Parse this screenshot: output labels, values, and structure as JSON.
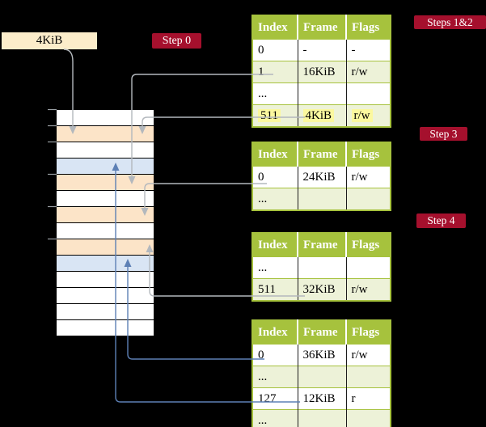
{
  "frame_label_box": {
    "label": "4KiB"
  },
  "badges": [
    {
      "label": "Step 0"
    },
    {
      "label": "Steps 1&2"
    },
    {
      "label": "Step 3"
    },
    {
      "label": "Step 4"
    }
  ],
  "memory": {
    "rows": [
      "free",
      "page-table",
      "free",
      "data-page",
      "page-table",
      "free",
      "page-table",
      "free",
      "page-table",
      "data-page",
      "free",
      "free",
      "free",
      "free"
    ],
    "tick_count": 6
  },
  "tables": [
    {
      "columns": [
        "Index",
        "Frame",
        "Flags"
      ],
      "rows": [
        {
          "cells": [
            "0",
            "-",
            "-"
          ],
          "shaded": false,
          "highlighted": false
        },
        {
          "cells": [
            "1",
            "16KiB",
            "r/w"
          ],
          "shaded": true,
          "highlighted": false
        },
        {
          "cells": [
            "...",
            "",
            ""
          ],
          "shaded": false,
          "highlighted": false
        },
        {
          "cells": [
            "511",
            "4KiB",
            "r/w"
          ],
          "shaded": true,
          "highlighted": true
        }
      ]
    },
    {
      "columns": [
        "Index",
        "Frame",
        "Flags"
      ],
      "rows": [
        {
          "cells": [
            "0",
            "24KiB",
            "r/w"
          ],
          "shaded": false,
          "highlighted": false
        },
        {
          "cells": [
            "...",
            "",
            ""
          ],
          "shaded": true,
          "highlighted": false
        }
      ]
    },
    {
      "columns": [
        "Index",
        "Frame",
        "Flags"
      ],
      "rows": [
        {
          "cells": [
            "...",
            "",
            ""
          ],
          "shaded": false,
          "highlighted": false
        },
        {
          "cells": [
            "511",
            "32KiB",
            "r/w"
          ],
          "shaded": true,
          "highlighted": false
        }
      ]
    },
    {
      "columns": [
        "Index",
        "Frame",
        "Flags"
      ],
      "rows": [
        {
          "cells": [
            "0",
            "36KiB",
            "r/w"
          ],
          "shaded": false,
          "highlighted": false
        },
        {
          "cells": [
            "...",
            "",
            ""
          ],
          "shaded": true,
          "highlighted": false
        },
        {
          "cells": [
            "127",
            "12KiB",
            "r"
          ],
          "shaded": false,
          "highlighted": false
        },
        {
          "cells": [
            "...",
            "",
            ""
          ],
          "shaded": true,
          "highlighted": false
        }
      ]
    }
  ],
  "connections": [
    {
      "id": "c1",
      "from": "4KiB label box",
      "to": "memory frame 4KiB (root page table)",
      "color": "gray"
    },
    {
      "id": "c2",
      "from": "root table entry 1 (16KiB)",
      "to": "memory frame 16KiB",
      "color": "gray"
    },
    {
      "id": "c3",
      "from": "root table entry 511 (4KiB)",
      "to": "memory frame 4KiB (self)",
      "color": "gray"
    },
    {
      "id": "c4",
      "from": "16KiB table entry 0 (24KiB)",
      "to": "memory frame 24KiB",
      "color": "gray"
    },
    {
      "id": "c5",
      "from": "24KiB table entry 511 (32KiB)",
      "to": "memory frame 32KiB",
      "color": "gray"
    },
    {
      "id": "c6",
      "from": "32KiB table entry 0 (36KiB)",
      "to": "memory data page 36KiB",
      "color": "blue"
    },
    {
      "id": "c7",
      "from": "32KiB table entry 127 (12KiB)",
      "to": "memory data page 12KiB",
      "color": "blue"
    }
  ],
  "colors": {
    "badge_red": "#a5102d",
    "table_green": "#a6c23d",
    "row_shade": "#edf2d8",
    "highlight_yellow": "#fbf89e",
    "frame_box": "#fcedca",
    "page_table_fill": "#fce4c8",
    "data_page_fill": "#d9e5f4",
    "connector_gray": "#b3b8bd",
    "connector_blue": "#5d80b5"
  }
}
